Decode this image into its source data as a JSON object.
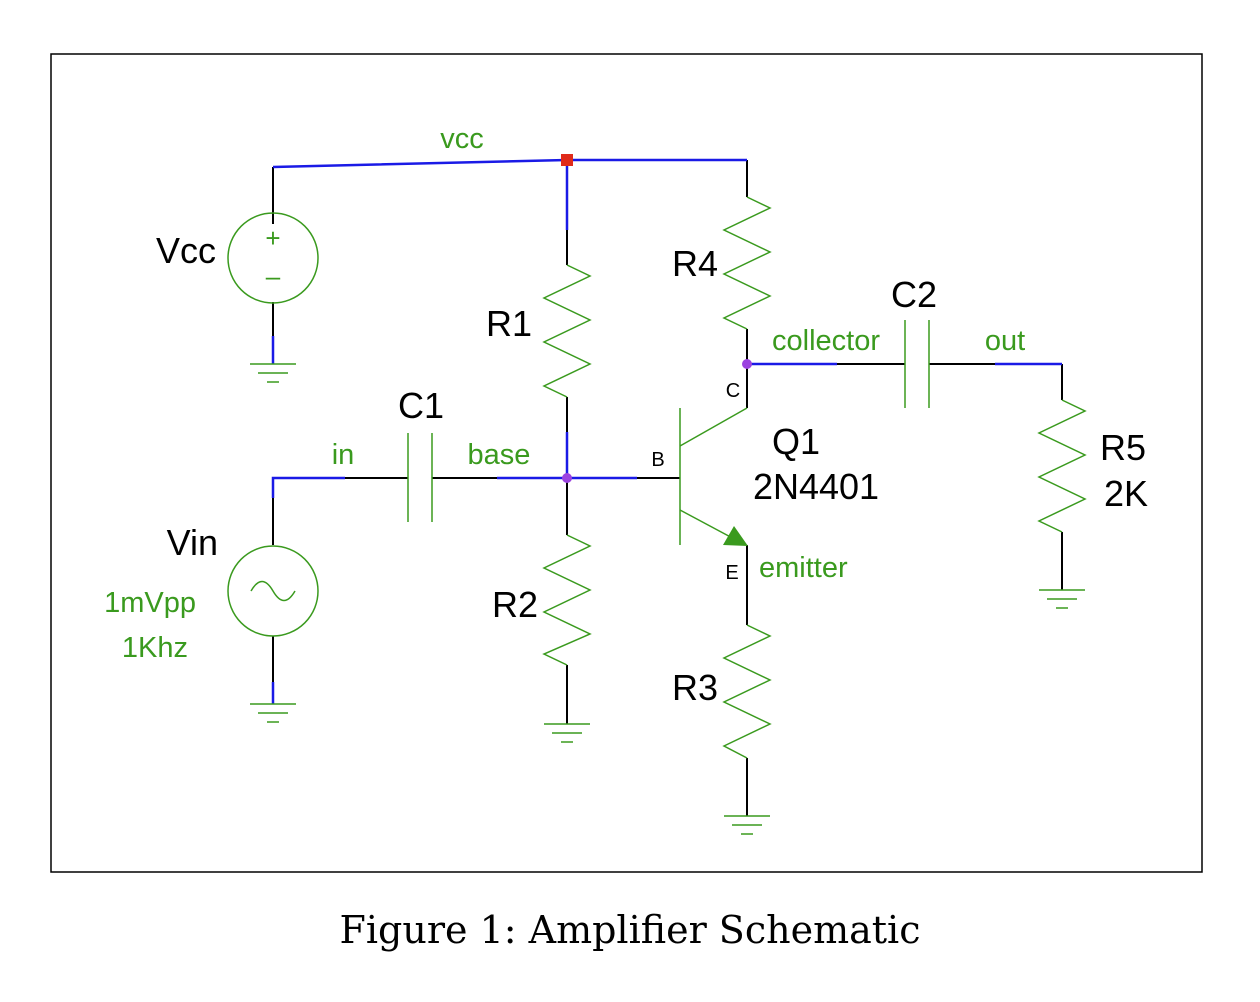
{
  "caption": "Figure 1: Amplifier Schematic",
  "colors": {
    "wire": "#1a1ae6",
    "component": "#3a9a1e",
    "lead": "#000000",
    "net_label": "#3a9a1e",
    "junction": "#9b42e0",
    "power_flag": "#e02a1a"
  },
  "net_labels": {
    "vcc": "vcc",
    "in": "in",
    "base": "base",
    "collector": "collector",
    "out": "out",
    "emitter": "emitter"
  },
  "components": {
    "vcc_source": {
      "ref": "Vcc",
      "plus": "+",
      "minus": "–"
    },
    "vin_source": {
      "ref": "Vin",
      "amplitude": "1mVpp",
      "frequency": "1Khz"
    },
    "r1": {
      "ref": "R1"
    },
    "r2": {
      "ref": "R2"
    },
    "r3": {
      "ref": "R3"
    },
    "r4": {
      "ref": "R4"
    },
    "r5": {
      "ref": "R5",
      "value": "2K"
    },
    "c1": {
      "ref": "C1"
    },
    "c2": {
      "ref": "C2"
    },
    "q1": {
      "ref": "Q1",
      "part": "2N4401",
      "pin_b": "B",
      "pin_c": "C",
      "pin_e": "E"
    }
  },
  "icons": [
    "dc-voltage-source-icon",
    "ac-voltage-source-icon",
    "resistor-icon",
    "capacitor-icon",
    "npn-transistor-icon",
    "ground-icon"
  ]
}
